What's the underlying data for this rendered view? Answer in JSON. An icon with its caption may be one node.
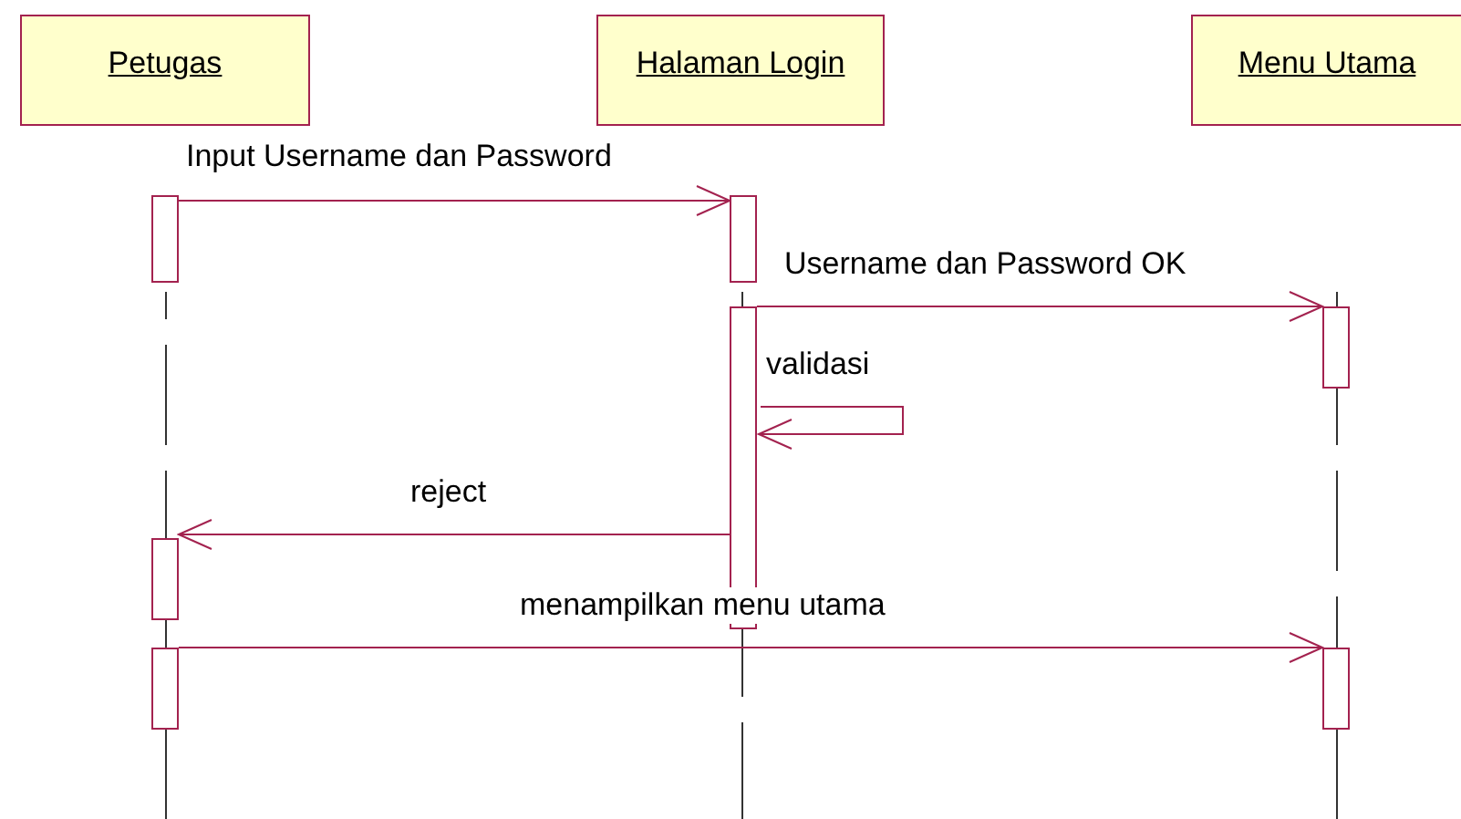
{
  "diagram": {
    "nodes": [
      {
        "text": [
          "Petugas"
        ]
      },
      {
        "text": [
          "Halaman Login"
        ]
      },
      {
        "text": [
          "Menu Utama"
        ]
      },
      {
        "text": [],
        "shape": "bar"
      },
      {
        "text": [],
        "shape": "bar"
      },
      {
        "text": [],
        "shape": "bar"
      },
      {
        "text": [],
        "shape": "bar"
      },
      {
        "text": [],
        "shape": "bar"
      },
      {
        "text": [],
        "shape": "bar"
      },
      {
        "text": [],
        "shape": "bar"
      }
    ],
    "edges": [
      {
        "from": 3,
        "to": 4,
        "arrow": "to",
        "label": "Input Username dan Password"
      },
      {
        "from": 5,
        "to": 6,
        "arrow": "to",
        "label": "Username dan Password OK"
      },
      {
        "from": 5,
        "to": 5,
        "arrow": "to",
        "label": "validasi"
      },
      {
        "from": 5,
        "to": 7,
        "arrow": "to",
        "label": "reject"
      },
      {
        "from": 8,
        "to": 9,
        "arrow": "to",
        "label": "menampilkan menu utama"
      }
    ]
  }
}
